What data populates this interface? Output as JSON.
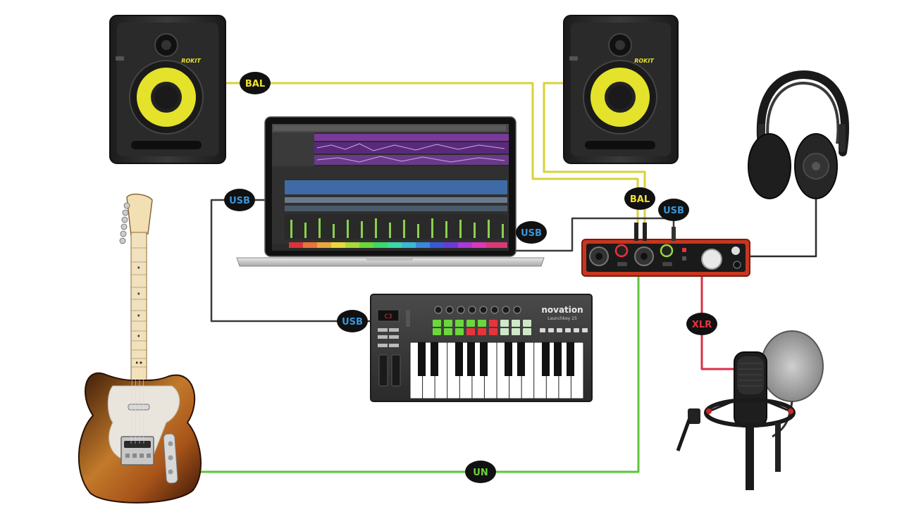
{
  "labels": {
    "bal": "BAL",
    "usb": "USB",
    "xlr": "XLR",
    "un": "UN"
  },
  "device_text": {
    "monitor_brand": "ROKIT",
    "keyboard_brand": "novation",
    "keyboard_model": "Launchkey 25",
    "keyboard_display": "C3"
  },
  "colors": {
    "balanced_cable": "#d8d23a",
    "usb_cable": "#3a3a3a",
    "xlr_cable": "#d8304a",
    "unbalanced_cable": "#5cc43a",
    "headphone_cable": "#2b2b2b",
    "badge_bg": "#111111",
    "bal_text": "#f2e233",
    "usb_text": "#3a95d8",
    "xlr_text": "#e8333a",
    "un_text": "#6ad23a",
    "speaker_cone": "#e4e22a",
    "interface_red": "#c7361f"
  }
}
